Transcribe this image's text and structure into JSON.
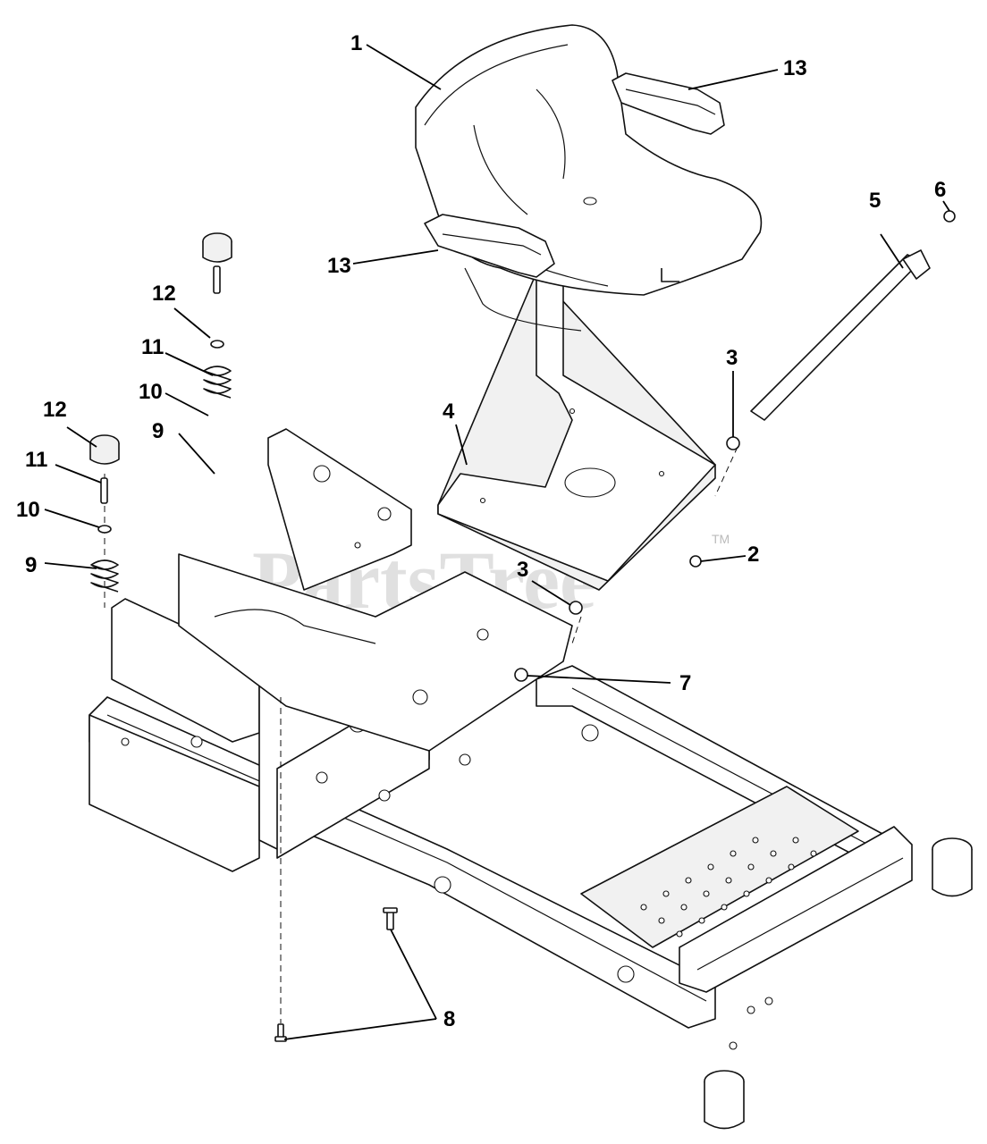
{
  "callouts": {
    "c1": "1",
    "c2": "2",
    "c3a": "3",
    "c3b": "3",
    "c4": "4",
    "c5": "5",
    "c6": "6",
    "c7": "7",
    "c8": "8",
    "c9a": "9",
    "c9b": "9",
    "c10a": "10",
    "c10b": "10",
    "c11a": "11",
    "c11b": "11",
    "c12a": "12",
    "c12b": "12",
    "c13a": "13",
    "c13b": "13"
  },
  "watermark": {
    "text": "PartsTree",
    "trademark": "TM"
  }
}
